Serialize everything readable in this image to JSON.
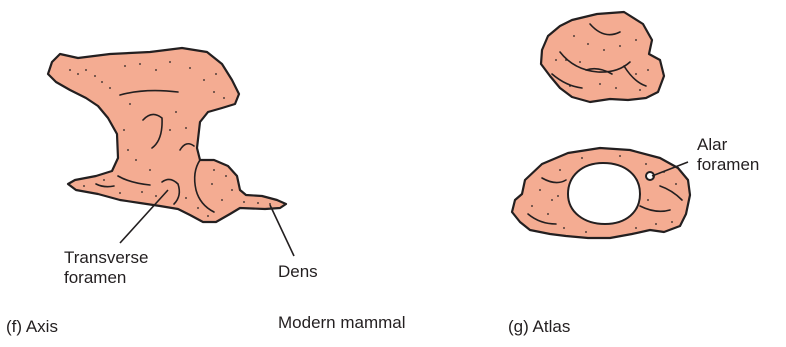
{
  "colors": {
    "bone_fill": "#f4ac92",
    "outline": "#231f20",
    "background": "#ffffff"
  },
  "labels": {
    "transverse_foramen": [
      "Transverse",
      "foramen"
    ],
    "dens": "Dens",
    "alar_foramen": [
      "Alar",
      "foramen"
    ]
  },
  "captions": {
    "axis": "(f) Axis",
    "center": "Modern mammal",
    "atlas": "(g) Atlas"
  }
}
